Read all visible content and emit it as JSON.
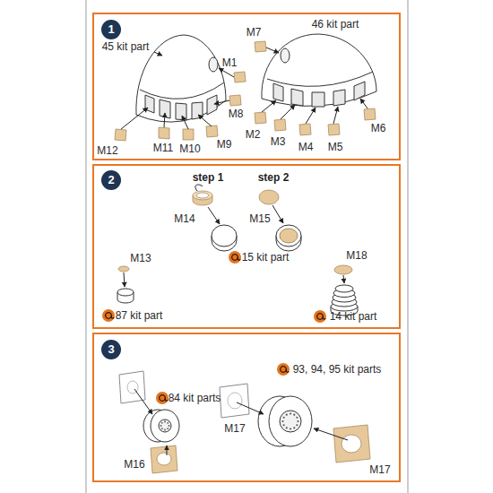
{
  "diagram": {
    "nodes": [
      {
        "text": [
          "1"
        ]
      },
      {
        "text": [
          "2"
        ]
      },
      {
        "text": [
          "3"
        ]
      }
    ],
    "edges": [],
    "labels": [
      "45 kit part",
      "M1",
      "M8",
      "M12",
      "M11",
      "M10",
      "M9",
      "M7",
      "46 kit part",
      "M2",
      "M3",
      "M4",
      "M5",
      "M6",
      "step 1",
      "step 2",
      "M14",
      "M15",
      "15 kit part",
      "M13",
      "87 kit part",
      "M18",
      "14 kit part",
      "84 kit parts",
      "M16",
      "93, 94, 95 kit parts",
      "M17",
      "M17"
    ]
  }
}
